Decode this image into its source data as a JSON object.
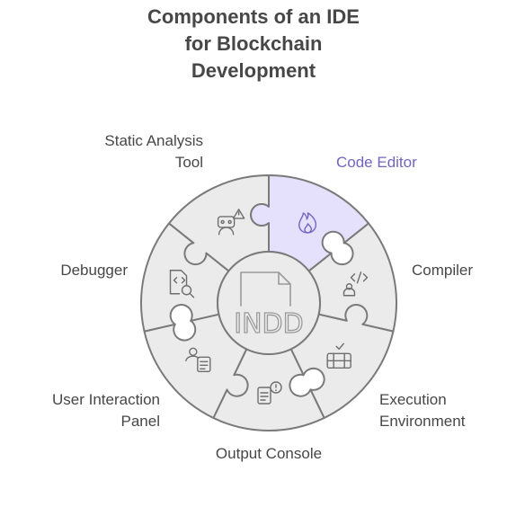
{
  "title": {
    "line1": "Components of an IDE",
    "line2": "for Blockchain",
    "line3": "Development"
  },
  "center": {
    "label": "INDD",
    "icon": "file-icon"
  },
  "components": [
    {
      "label_lines": [
        "Code Editor"
      ],
      "icon": "flame-icon",
      "highlighted": true
    },
    {
      "label_lines": [
        "Compiler"
      ],
      "icon": "code-user-icon",
      "highlighted": false
    },
    {
      "label_lines": [
        "Execution",
        "Environment"
      ],
      "icon": "server-check-icon",
      "highlighted": false
    },
    {
      "label_lines": [
        "Output Console"
      ],
      "icon": "alert-document-icon",
      "highlighted": false
    },
    {
      "label_lines": [
        "User Interaction",
        "Panel"
      ],
      "icon": "user-form-icon",
      "highlighted": false
    },
    {
      "label_lines": [
        "Debugger"
      ],
      "icon": "code-search-icon",
      "highlighted": false
    },
    {
      "label_lines": [
        "Static Analysis",
        "Tool"
      ],
      "icon": "robot-warning-icon",
      "highlighted": false
    }
  ],
  "colors": {
    "highlight_fill": "#e5e0fc",
    "highlight_stroke": "#7464c2",
    "segment_fill": "#ebebeb",
    "outline": "#7a7a7a",
    "text": "#474747"
  }
}
